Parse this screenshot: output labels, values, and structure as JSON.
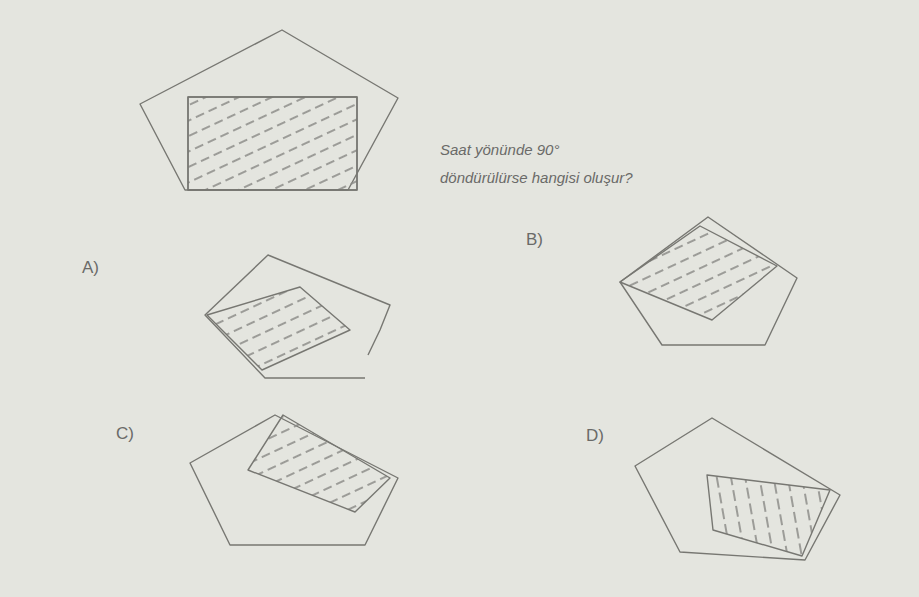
{
  "diagram": {
    "labels": [
      "Saat yönünde 90° döndürülürse hangisi oluşur?",
      "A)",
      "B)",
      "C)",
      "D)"
    ]
  }
}
